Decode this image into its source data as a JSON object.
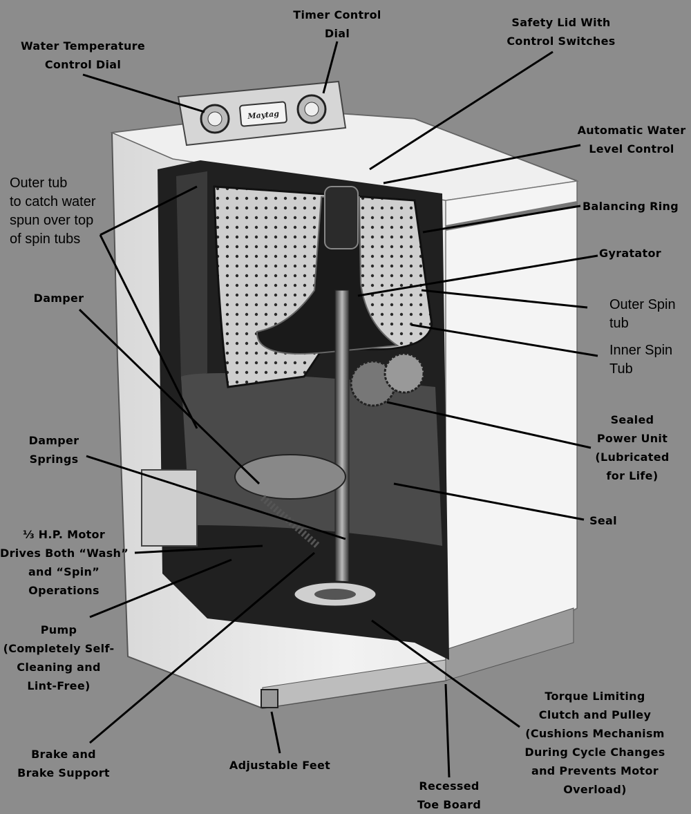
{
  "brand": "Maytag",
  "labels": {
    "timer_control_dial": "Timer Control\nDial",
    "safety_lid": "Safety Lid With\nControl Switches",
    "water_temperature_dial": "Water Temperature\nControl Dial",
    "automatic_water_level": "Automatic Water\nLevel Control",
    "outer_tub": "Outer tub\nto catch water\nspun over top\nof spin tubs",
    "balancing_ring": "Balancing Ring",
    "gyratator": "Gyratator",
    "damper": "Damper",
    "outer_spin_tub": "Outer Spin\ntub",
    "inner_spin_tub": "Inner Spin\nTub",
    "sealed_power_unit": "Sealed\nPower Unit\n(Lubricated\nfor Life)",
    "damper_springs": "Damper\nSprings",
    "seal": "Seal",
    "motor": "⅓ H.P. Motor\nDrives Both “Wash”\nand “Spin”\nOperations",
    "pump": "Pump\n(Completely Self-\nCleaning and\nLint-Free)",
    "torque_clutch": "Torque Limiting\nClutch and Pulley\n(Cushions Mechanism\nDuring Cycle Changes\nand Prevents Motor\nOverload)",
    "brake": "Brake and\nBrake Support",
    "adjustable_feet": "Adjustable Feet",
    "recessed_toe_board": "Recessed\nToe Board"
  }
}
